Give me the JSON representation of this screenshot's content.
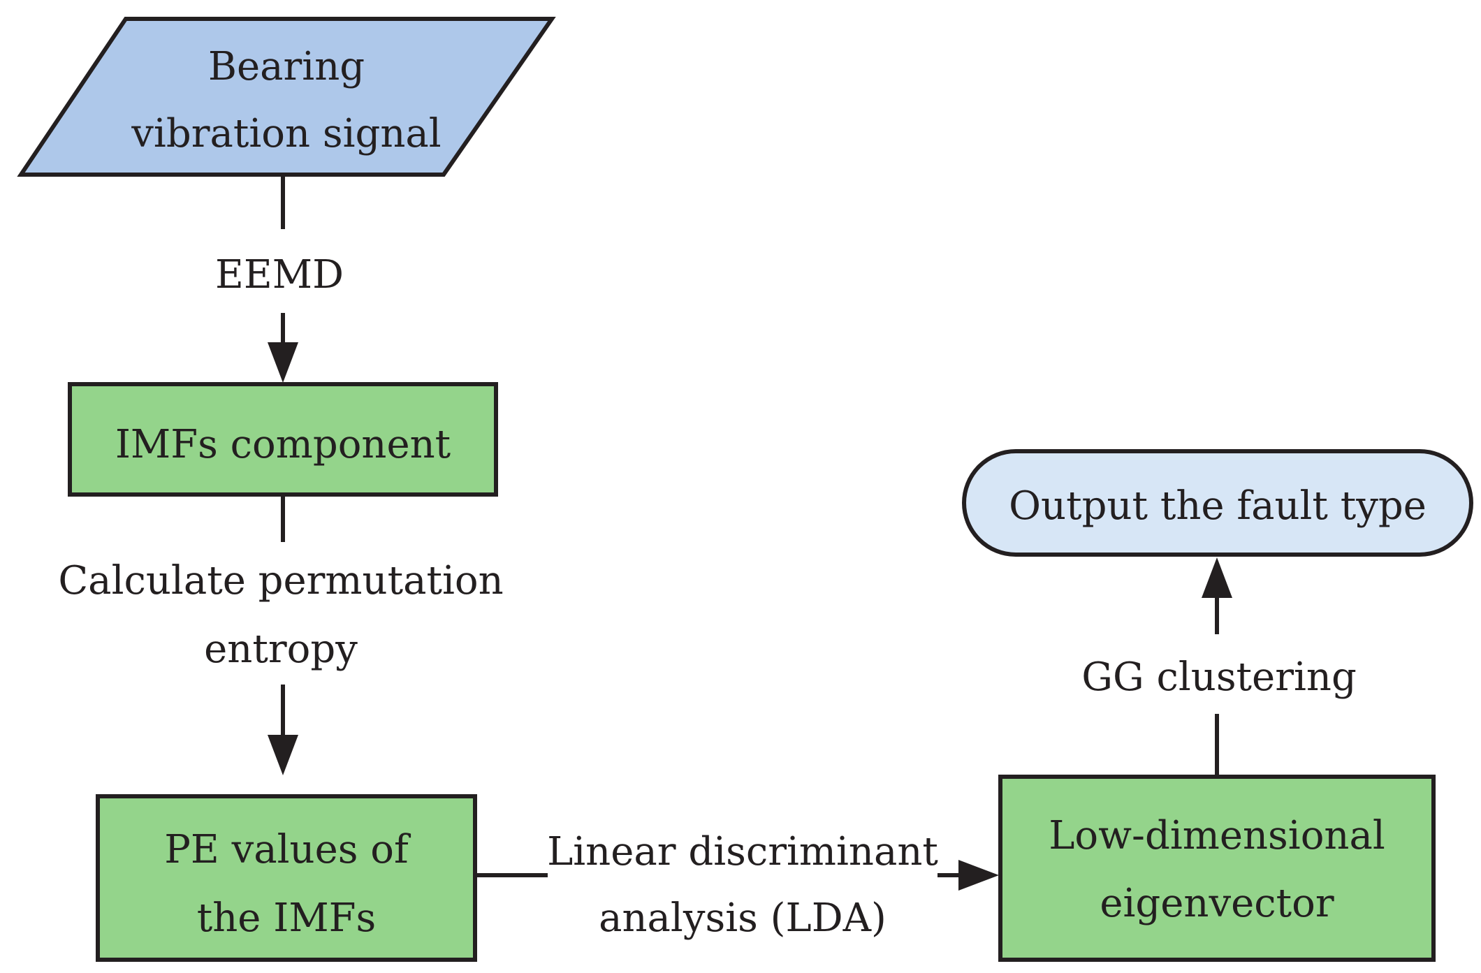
{
  "nodes": {
    "input": {
      "line1": "Bearing",
      "line2": "vibration signal"
    },
    "imfs": {
      "label": "IMFs component"
    },
    "pe": {
      "line1": "PE values of",
      "line2": "the IMFs"
    },
    "lowdim": {
      "line1": "Low-dimensional",
      "line2": "eigenvector"
    },
    "output": {
      "label": "Output the fault type"
    }
  },
  "edges": {
    "eemd": {
      "label": "EEMD"
    },
    "perm": {
      "line1": "Calculate permutation",
      "line2": "entropy"
    },
    "lda": {
      "line1": "Linear discriminant",
      "line2": "analysis (LDA)"
    },
    "gg": {
      "label": "GG clustering"
    }
  },
  "colors": {
    "input_fill": "#aec8ea",
    "process_fill": "#94d48b",
    "output_fill": "#d7e6f6",
    "stroke": "#231f20"
  }
}
